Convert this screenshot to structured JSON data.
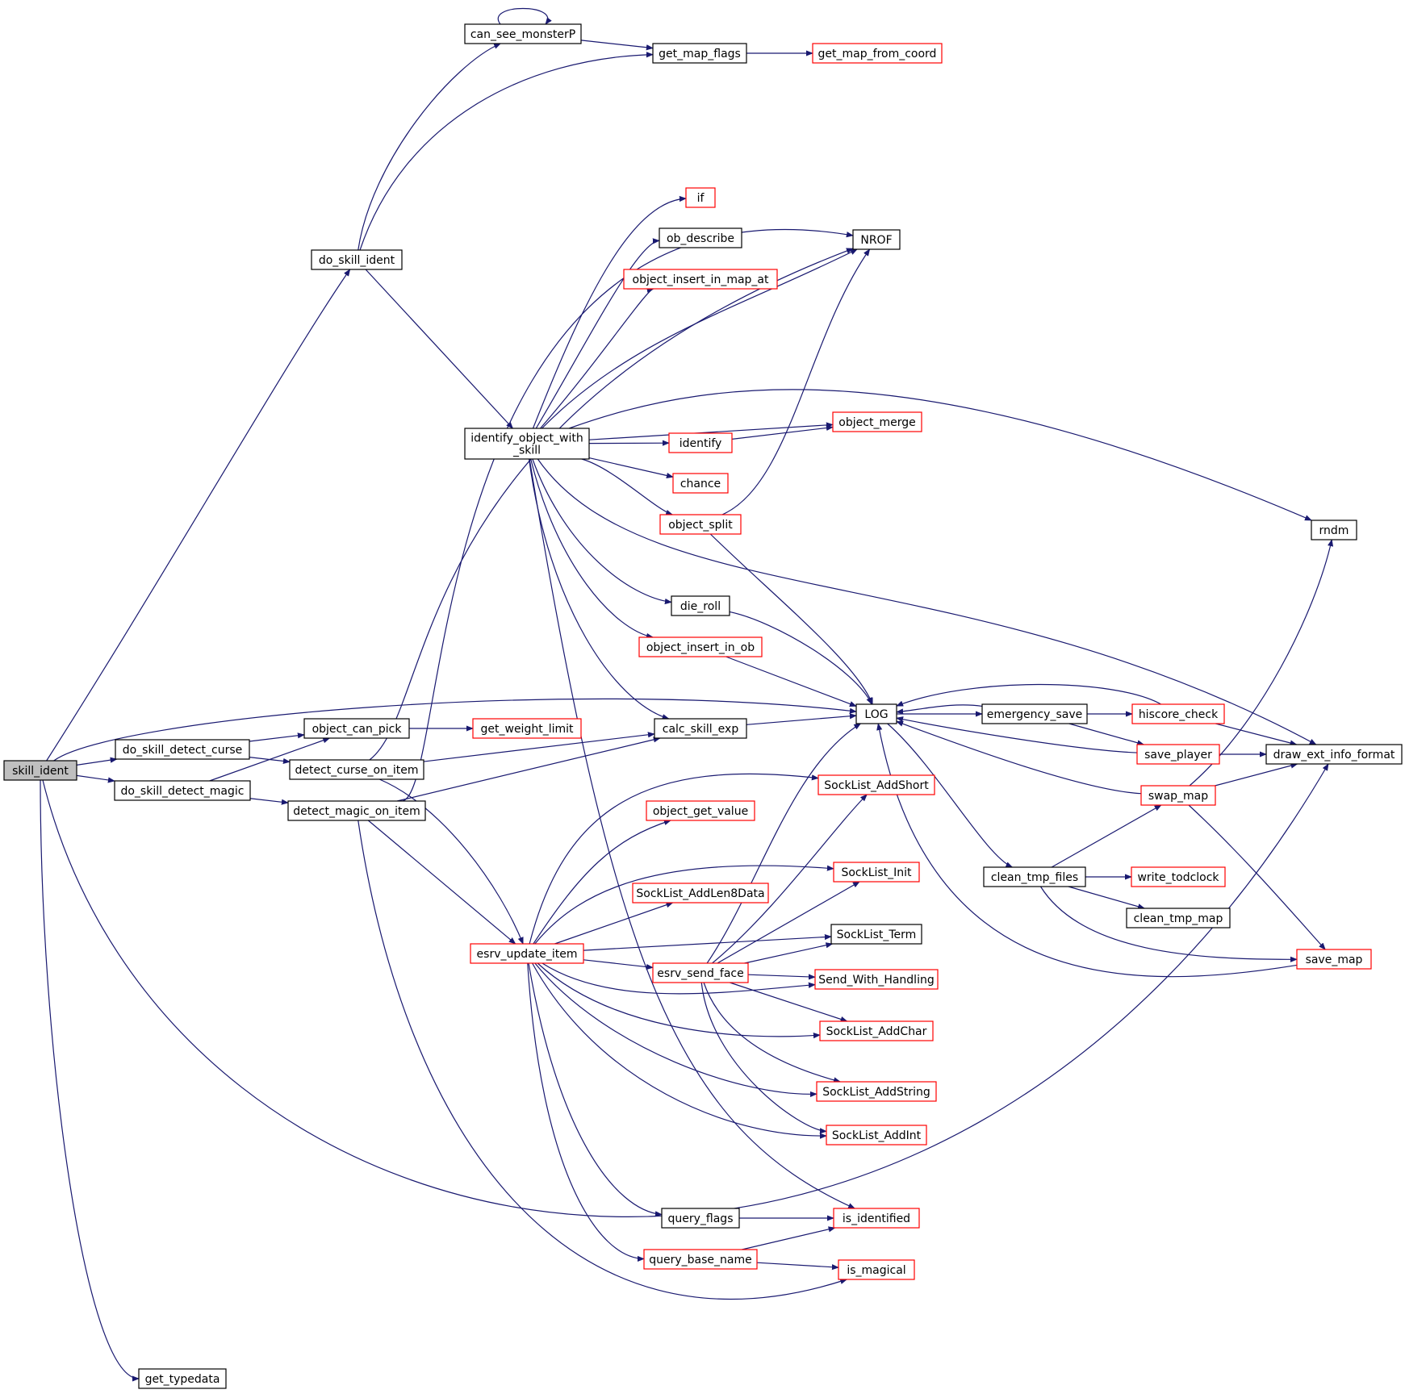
{
  "graph": {
    "colors": {
      "edge": "#191970",
      "root_fill": "#bfbfbf",
      "node_fill": "#ffffff",
      "border_default": "#000000",
      "border_red": "#ff0000"
    },
    "nodes": [
      {
        "id": "skill_ident",
        "label": "skill_ident",
        "border": "black",
        "root": true
      },
      {
        "id": "do_skill_ident",
        "label": "do_skill_ident",
        "border": "black"
      },
      {
        "id": "can_see_monsterP",
        "label": "can_see_monsterP",
        "border": "black"
      },
      {
        "id": "get_map_flags",
        "label": "get_map_flags",
        "border": "black"
      },
      {
        "id": "get_map_from_coord",
        "label": "get_map_from_coord",
        "border": "red"
      },
      {
        "id": "NROF",
        "label": "NROF",
        "border": "black"
      },
      {
        "id": "if",
        "label": "if",
        "border": "red"
      },
      {
        "id": "ob_describe",
        "label": "ob_describe",
        "border": "black"
      },
      {
        "id": "object_insert_in_map_at",
        "label": "object_insert_in_map_at",
        "border": "red"
      },
      {
        "id": "identify_object_with_skill",
        "label": "identify_object_with\n_skill",
        "border": "black"
      },
      {
        "id": "object_merge",
        "label": "object_merge",
        "border": "red"
      },
      {
        "id": "identify",
        "label": "identify",
        "border": "red"
      },
      {
        "id": "chance",
        "label": "chance",
        "border": "red"
      },
      {
        "id": "object_split",
        "label": "object_split",
        "border": "red"
      },
      {
        "id": "rndm",
        "label": "rndm",
        "border": "black"
      },
      {
        "id": "die_roll",
        "label": "die_roll",
        "border": "black"
      },
      {
        "id": "object_insert_in_ob",
        "label": "object_insert_in_ob",
        "border": "red"
      },
      {
        "id": "LOG",
        "label": "LOG",
        "border": "black"
      },
      {
        "id": "emergency_save",
        "label": "emergency_save",
        "border": "black"
      },
      {
        "id": "hiscore_check",
        "label": "hiscore_check",
        "border": "red"
      },
      {
        "id": "object_can_pick",
        "label": "object_can_pick",
        "border": "black"
      },
      {
        "id": "get_weight_limit",
        "label": "get_weight_limit",
        "border": "red"
      },
      {
        "id": "calc_skill_exp",
        "label": "calc_skill_exp",
        "border": "black"
      },
      {
        "id": "do_skill_detect_curse",
        "label": "do_skill_detect_curse",
        "border": "black"
      },
      {
        "id": "detect_curse_on_item",
        "label": "detect_curse_on_item",
        "border": "black"
      },
      {
        "id": "save_player",
        "label": "save_player",
        "border": "red"
      },
      {
        "id": "draw_ext_info_format",
        "label": "draw_ext_info_format",
        "border": "black"
      },
      {
        "id": "do_skill_detect_magic",
        "label": "do_skill_detect_magic",
        "border": "black"
      },
      {
        "id": "SockList_AddShort",
        "label": "SockList_AddShort",
        "border": "red"
      },
      {
        "id": "swap_map",
        "label": "swap_map",
        "border": "red"
      },
      {
        "id": "detect_magic_on_item",
        "label": "detect_magic_on_item",
        "border": "black"
      },
      {
        "id": "object_get_value",
        "label": "object_get_value",
        "border": "red"
      },
      {
        "id": "clean_tmp_files",
        "label": "clean_tmp_files",
        "border": "black"
      },
      {
        "id": "write_todclock",
        "label": "write_todclock",
        "border": "red"
      },
      {
        "id": "SockList_Init",
        "label": "SockList_Init",
        "border": "red"
      },
      {
        "id": "SockList_AddLen8Data",
        "label": "SockList_AddLen8Data",
        "border": "red"
      },
      {
        "id": "clean_tmp_map",
        "label": "clean_tmp_map",
        "border": "black"
      },
      {
        "id": "SockList_Term",
        "label": "SockList_Term",
        "border": "black"
      },
      {
        "id": "esrv_update_item",
        "label": "esrv_update_item",
        "border": "red"
      },
      {
        "id": "esrv_send_face",
        "label": "esrv_send_face",
        "border": "red"
      },
      {
        "id": "save_map",
        "label": "save_map",
        "border": "red"
      },
      {
        "id": "Send_With_Handling",
        "label": "Send_With_Handling",
        "border": "red"
      },
      {
        "id": "SockList_AddChar",
        "label": "SockList_AddChar",
        "border": "red"
      },
      {
        "id": "SockList_AddString",
        "label": "SockList_AddString",
        "border": "red"
      },
      {
        "id": "SockList_AddInt",
        "label": "SockList_AddInt",
        "border": "red"
      },
      {
        "id": "query_flags",
        "label": "query_flags",
        "border": "black"
      },
      {
        "id": "is_identified",
        "label": "is_identified",
        "border": "red"
      },
      {
        "id": "query_base_name",
        "label": "query_base_name",
        "border": "red"
      },
      {
        "id": "is_magical",
        "label": "is_magical",
        "border": "red"
      },
      {
        "id": "get_typedata",
        "label": "get_typedata",
        "border": "black"
      }
    ],
    "edges": [
      {
        "from": "skill_ident",
        "to": "do_skill_ident"
      },
      {
        "from": "skill_ident",
        "to": "LOG"
      },
      {
        "from": "skill_ident",
        "to": "do_skill_detect_curse"
      },
      {
        "from": "skill_ident",
        "to": "do_skill_detect_magic"
      },
      {
        "from": "skill_ident",
        "to": "draw_ext_info_format"
      },
      {
        "from": "skill_ident",
        "to": "get_typedata"
      },
      {
        "from": "do_skill_ident",
        "to": "can_see_monsterP"
      },
      {
        "from": "do_skill_ident",
        "to": "get_map_flags"
      },
      {
        "from": "do_skill_ident",
        "to": "identify_object_with_skill"
      },
      {
        "from": "can_see_monsterP",
        "to": "can_see_monsterP"
      },
      {
        "from": "can_see_monsterP",
        "to": "get_map_flags"
      },
      {
        "from": "get_map_flags",
        "to": "get_map_from_coord"
      },
      {
        "from": "identify_object_with_skill",
        "to": "if"
      },
      {
        "from": "identify_object_with_skill",
        "to": "ob_describe"
      },
      {
        "from": "identify_object_with_skill",
        "to": "object_insert_in_map_at"
      },
      {
        "from": "identify_object_with_skill",
        "to": "NROF"
      },
      {
        "from": "identify_object_with_skill",
        "to": "rndm"
      },
      {
        "from": "identify_object_with_skill",
        "to": "object_merge"
      },
      {
        "from": "identify_object_with_skill",
        "to": "identify"
      },
      {
        "from": "identify_object_with_skill",
        "to": "chance"
      },
      {
        "from": "identify_object_with_skill",
        "to": "object_split"
      },
      {
        "from": "identify_object_with_skill",
        "to": "draw_ext_info_format"
      },
      {
        "from": "identify_object_with_skill",
        "to": "die_roll"
      },
      {
        "from": "identify_object_with_skill",
        "to": "object_insert_in_ob"
      },
      {
        "from": "identify_object_with_skill",
        "to": "calc_skill_exp"
      },
      {
        "from": "identify_object_with_skill",
        "to": "is_identified"
      },
      {
        "from": "identify",
        "to": "object_merge"
      },
      {
        "from": "object_split",
        "to": "NROF"
      },
      {
        "from": "object_split",
        "to": "LOG"
      },
      {
        "from": "die_roll",
        "to": "LOG"
      },
      {
        "from": "object_insert_in_ob",
        "to": "LOG"
      },
      {
        "from": "calc_skill_exp",
        "to": "LOG"
      },
      {
        "from": "LOG",
        "to": "emergency_save"
      },
      {
        "from": "LOG",
        "to": "clean_tmp_files"
      },
      {
        "from": "emergency_save",
        "to": "LOG"
      },
      {
        "from": "emergency_save",
        "to": "hiscore_check"
      },
      {
        "from": "emergency_save",
        "to": "save_player"
      },
      {
        "from": "hiscore_check",
        "to": "LOG"
      },
      {
        "from": "hiscore_check",
        "to": "draw_ext_info_format"
      },
      {
        "from": "save_player",
        "to": "LOG"
      },
      {
        "from": "save_player",
        "to": "draw_ext_info_format"
      },
      {
        "from": "swap_map",
        "to": "LOG"
      },
      {
        "from": "swap_map",
        "to": "draw_ext_info_format"
      },
      {
        "from": "swap_map",
        "to": "rndm"
      },
      {
        "from": "swap_map",
        "to": "save_map"
      },
      {
        "from": "clean_tmp_files",
        "to": "swap_map"
      },
      {
        "from": "clean_tmp_files",
        "to": "write_todclock"
      },
      {
        "from": "clean_tmp_files",
        "to": "clean_tmp_map"
      },
      {
        "from": "clean_tmp_files",
        "to": "save_map"
      },
      {
        "from": "save_map",
        "to": "LOG"
      },
      {
        "from": "do_skill_detect_curse",
        "to": "object_can_pick"
      },
      {
        "from": "do_skill_detect_curse",
        "to": "detect_curse_on_item"
      },
      {
        "from": "do_skill_detect_magic",
        "to": "object_can_pick"
      },
      {
        "from": "do_skill_detect_magic",
        "to": "detect_magic_on_item"
      },
      {
        "from": "object_can_pick",
        "to": "get_weight_limit"
      },
      {
        "from": "detect_curse_on_item",
        "to": "NROF"
      },
      {
        "from": "detect_curse_on_item",
        "to": "calc_skill_exp"
      },
      {
        "from": "detect_curse_on_item",
        "to": "esrv_update_item"
      },
      {
        "from": "detect_magic_on_item",
        "to": "NROF"
      },
      {
        "from": "detect_magic_on_item",
        "to": "calc_skill_exp"
      },
      {
        "from": "detect_magic_on_item",
        "to": "esrv_update_item"
      },
      {
        "from": "detect_magic_on_item",
        "to": "is_magical"
      },
      {
        "from": "esrv_update_item",
        "to": "SockList_AddShort"
      },
      {
        "from": "esrv_update_item",
        "to": "object_get_value"
      },
      {
        "from": "esrv_update_item",
        "to": "SockList_Init"
      },
      {
        "from": "esrv_update_item",
        "to": "SockList_AddLen8Data"
      },
      {
        "from": "esrv_update_item",
        "to": "SockList_Term"
      },
      {
        "from": "esrv_update_item",
        "to": "esrv_send_face"
      },
      {
        "from": "esrv_update_item",
        "to": "Send_With_Handling"
      },
      {
        "from": "esrv_update_item",
        "to": "SockList_AddChar"
      },
      {
        "from": "esrv_update_item",
        "to": "SockList_AddString"
      },
      {
        "from": "esrv_update_item",
        "to": "SockList_AddInt"
      },
      {
        "from": "esrv_update_item",
        "to": "query_flags"
      },
      {
        "from": "esrv_update_item",
        "to": "query_base_name"
      },
      {
        "from": "esrv_send_face",
        "to": "LOG"
      },
      {
        "from": "esrv_send_face",
        "to": "SockList_AddShort"
      },
      {
        "from": "esrv_send_face",
        "to": "SockList_Init"
      },
      {
        "from": "esrv_send_face",
        "to": "SockList_Term"
      },
      {
        "from": "esrv_send_face",
        "to": "Send_With_Handling"
      },
      {
        "from": "esrv_send_face",
        "to": "SockList_AddChar"
      },
      {
        "from": "esrv_send_face",
        "to": "SockList_AddString"
      },
      {
        "from": "esrv_send_face",
        "to": "SockList_AddInt"
      },
      {
        "from": "query_flags",
        "to": "is_identified"
      },
      {
        "from": "query_base_name",
        "to": "is_identified"
      },
      {
        "from": "query_base_name",
        "to": "is_magical"
      }
    ]
  }
}
